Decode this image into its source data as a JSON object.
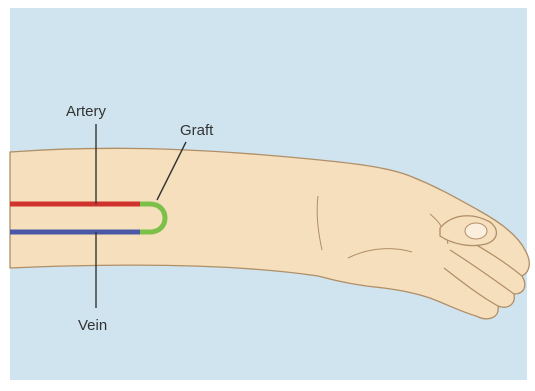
{
  "diagram": {
    "labels": {
      "artery": "Artery",
      "graft": "Graft",
      "vein": "Vein"
    },
    "colors": {
      "background": "#cfe4ee",
      "skin": "#f6dfbd",
      "skin_outline": "#b08e66",
      "artery": "#d0322d",
      "vein": "#4a58a6",
      "graft": "#7cc04a",
      "leader_line": "#333333"
    }
  }
}
